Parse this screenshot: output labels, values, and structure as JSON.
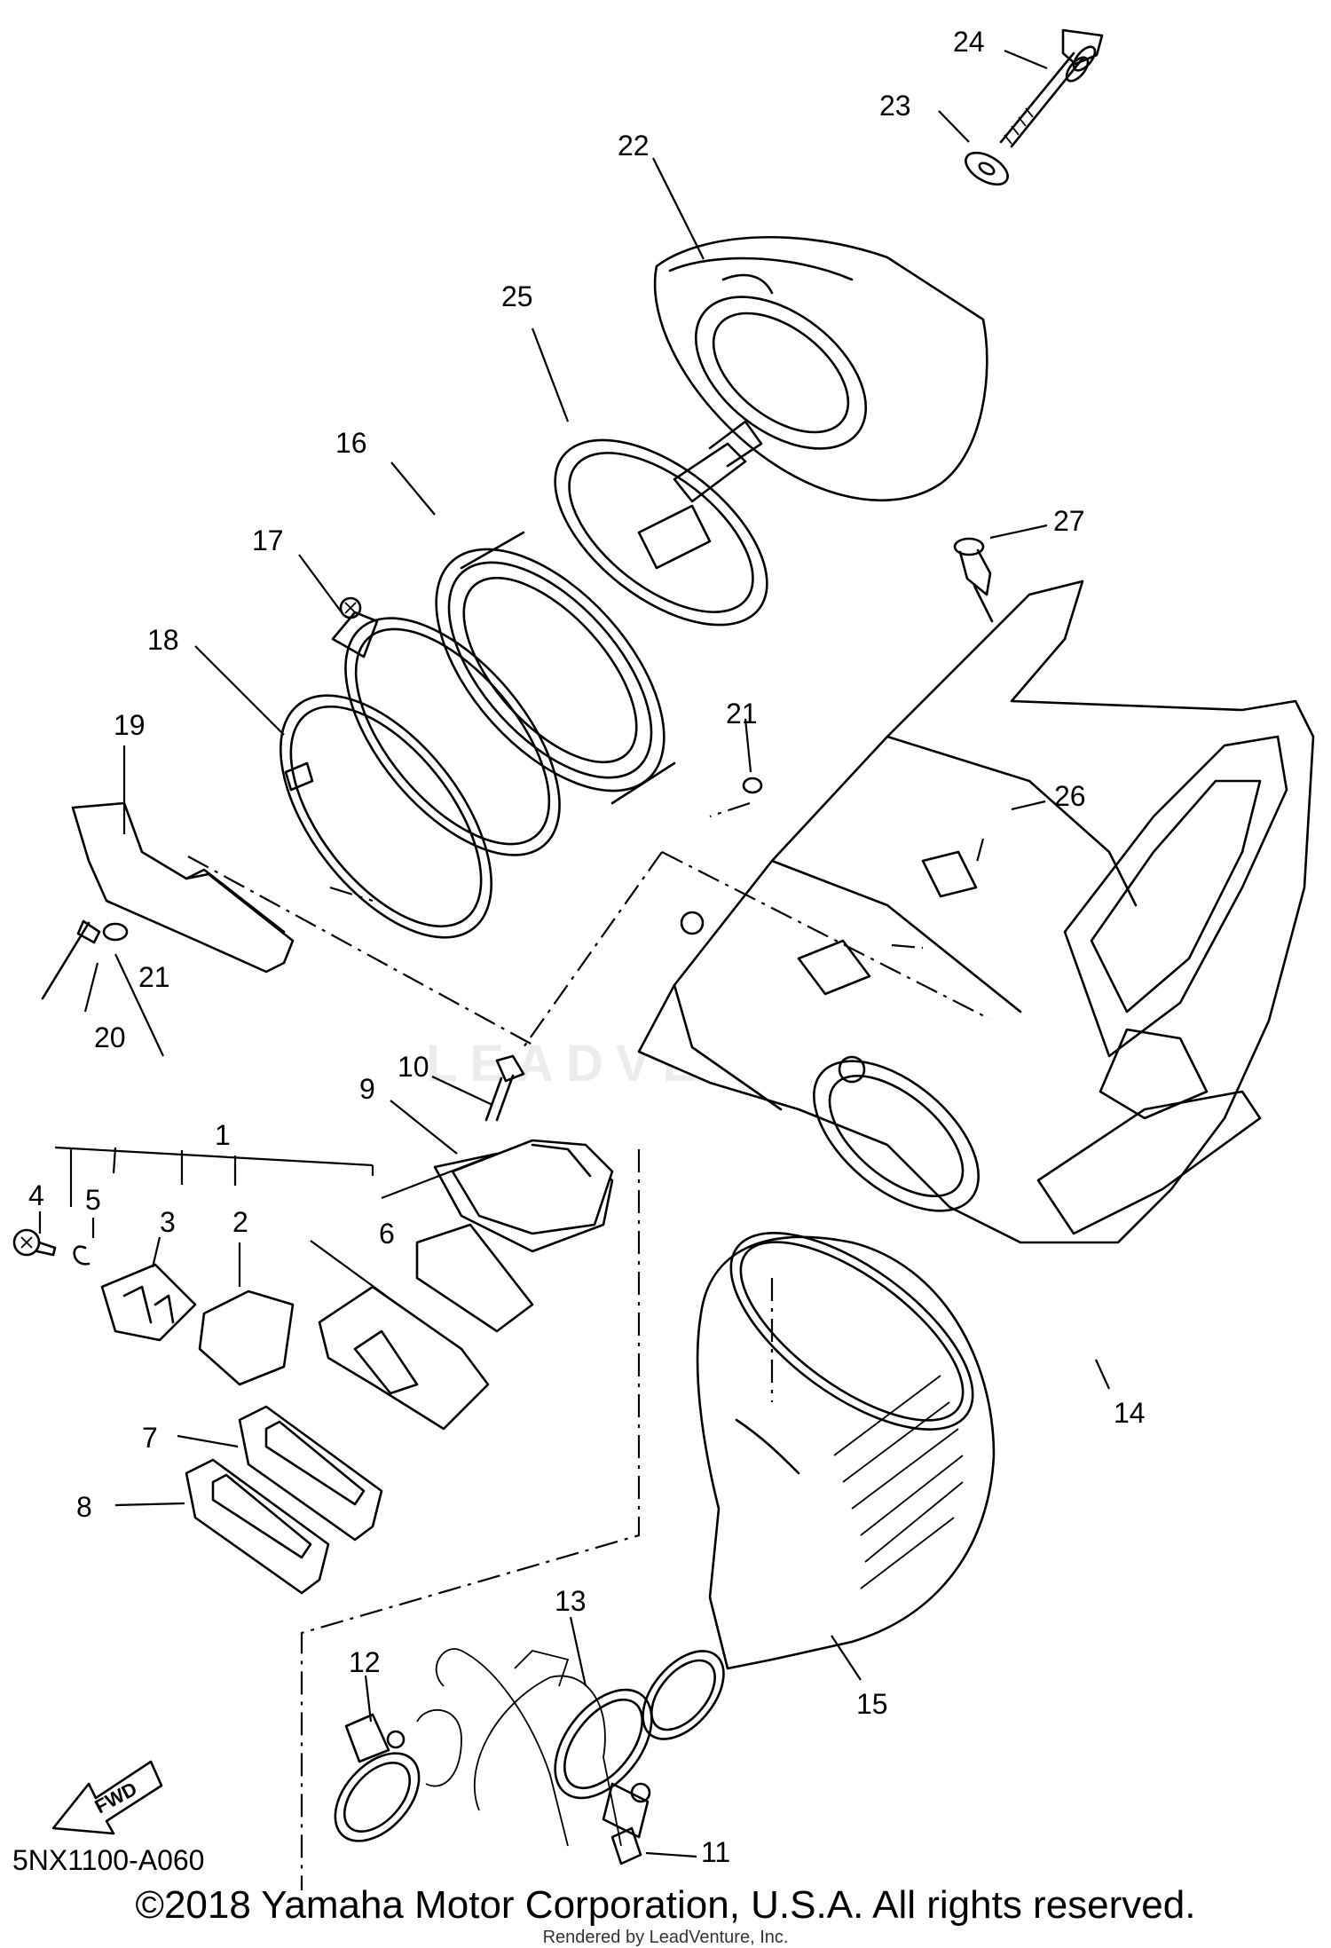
{
  "diagram": {
    "part_code": "5NX1100-A060",
    "copyright": "©2018 Yamaha Motor Corporation, U.S.A. All rights reserved.",
    "rendered_by": "Rendered by LeadVenture, Inc.",
    "watermark": "LEADVENTURE",
    "direction_badge": "FWD",
    "callouts": [
      "1",
      "2",
      "3",
      "4",
      "5",
      "6",
      "7",
      "8",
      "9",
      "10",
      "11",
      "12",
      "13",
      "14",
      "15",
      "16",
      "17",
      "18",
      "19",
      "20",
      "21",
      "21",
      "22",
      "23",
      "24",
      "25",
      "26",
      "27"
    ]
  }
}
